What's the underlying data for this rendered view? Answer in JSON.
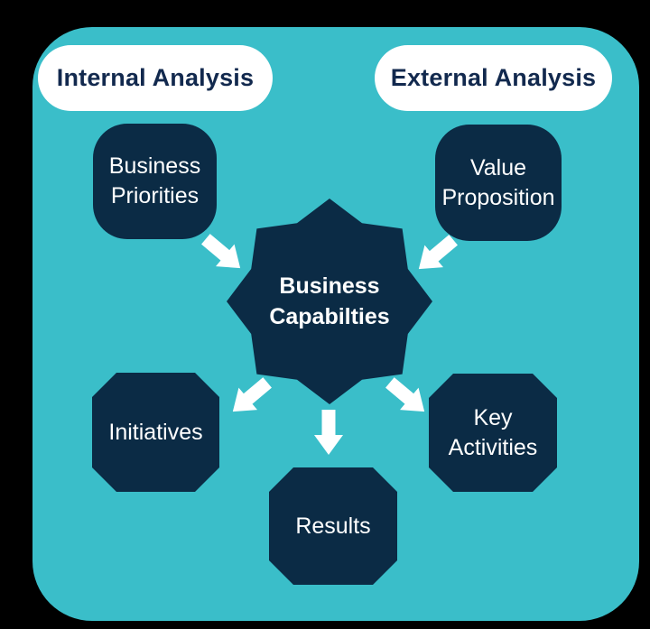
{
  "colors": {
    "outer_background": "#000000",
    "board_teal": "#3abec9",
    "node_navy": "#0b2b45",
    "pill_white": "#ffffff",
    "pill_text_navy": "#12294e",
    "arrow_white": "#ffffff"
  },
  "pills": {
    "internal": "Internal Analysis",
    "external": "External Analysis"
  },
  "nodes": {
    "business_priorities": {
      "line1": "Business",
      "line2": "Priorities"
    },
    "value_proposition": {
      "line1": "Value",
      "line2": "Proposition"
    },
    "business_capabilities": {
      "line1": "Business",
      "line2": "Capabilties"
    },
    "initiatives": {
      "label": "Initiatives"
    },
    "key_activities": {
      "line1": "Key",
      "line2": "Activities"
    },
    "results": {
      "label": "Results"
    }
  },
  "arrows": [
    {
      "name": "business-priorities-to-center",
      "direction": "down-right"
    },
    {
      "name": "value-proposition-to-center",
      "direction": "down-left"
    },
    {
      "name": "center-to-initiatives",
      "direction": "down-left"
    },
    {
      "name": "center-to-key-activities",
      "direction": "down-right"
    },
    {
      "name": "center-to-results",
      "direction": "down"
    }
  ]
}
